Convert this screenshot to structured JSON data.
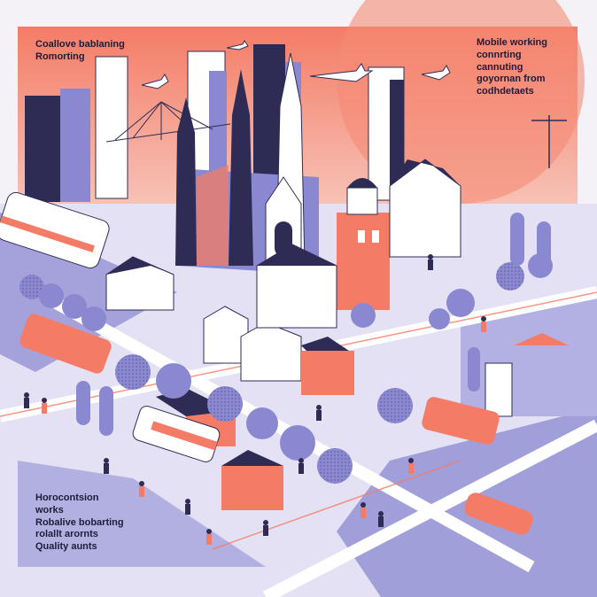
{
  "labels": {
    "top_left": [
      "Coallove bablaning",
      "Romorting"
    ],
    "top_right": [
      "Mobile working",
      "connrting",
      "cannuting",
      "goyornan from",
      "codhdetaets"
    ],
    "bottom_left": [
      "Horocontsion",
      "works",
      "Robalive bobarting",
      "rolallt arornts",
      "Quality aunts"
    ]
  },
  "colors": {
    "sky_coral": "#f47c66",
    "navy": "#2e2c55",
    "lavender": "#8a88d0",
    "pale_lavender": "#d8d6f0",
    "background": "#f4f2f6"
  }
}
